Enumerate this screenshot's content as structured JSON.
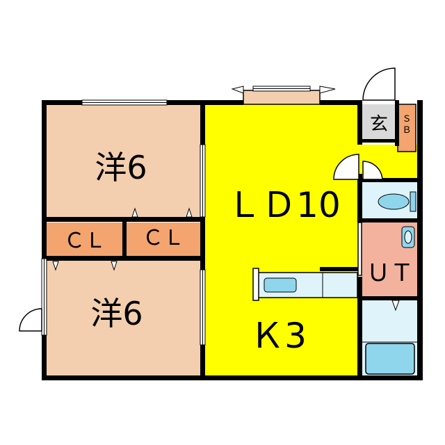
{
  "rooms": {
    "western_1": {
      "label": "洋6"
    },
    "western_2": {
      "label": "洋6"
    },
    "closet_1": {
      "label": "ＣＬ"
    },
    "closet_2": {
      "label": "ＣＬ"
    },
    "living_dining": {
      "label": "ＬＤ10"
    },
    "kitchen": {
      "label": "Ｋ3"
    },
    "entrance": {
      "label": "玄"
    },
    "shoe_box": {
      "label": "ＳＢ"
    },
    "utility": {
      "label": "ＵＴ"
    }
  },
  "colors": {
    "western": "#f3cfaf",
    "closet": "#f4a46e",
    "ldk": "#ffff00",
    "wet_area": "#dff3fb",
    "utility": "#f3b29e",
    "entrance": "#d9d9d9",
    "fixture": "#8fd6ec",
    "wall": "#000000"
  }
}
